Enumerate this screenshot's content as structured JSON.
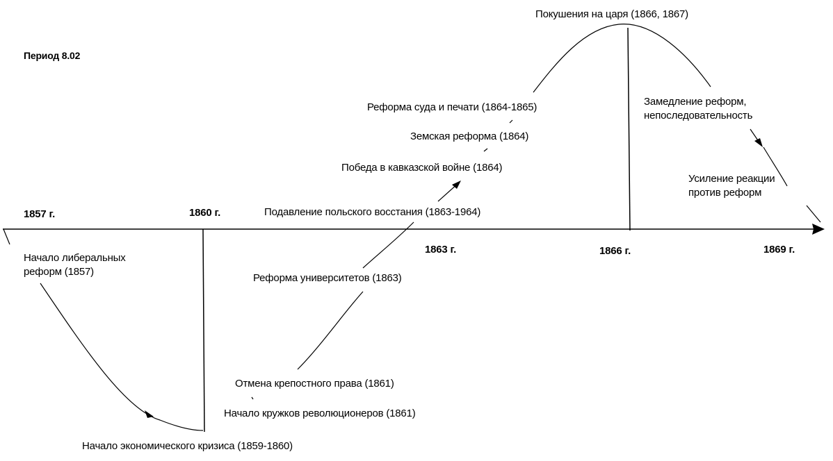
{
  "title": "Период 8.02",
  "years": {
    "y1857": "1857 г.",
    "y1860": "1860 г.",
    "y1863": "1863 г.",
    "y1866": "1866 г.",
    "y1869": "1869 г."
  },
  "events": {
    "liberal_reforms": [
      "Начало либеральных",
      "реформ  (1857)"
    ],
    "economic_crisis": "Начало экономического кризиса  (1859-1860)",
    "serfdom_abolition": "Отмена крепостного права (1861)",
    "revolutionary_circles": "Начало кружков революционеров (1861)",
    "university_reform": "Реформа университетов (1863)",
    "polish_uprising": "Подавление польского восстания (1863-1964)",
    "caucasus_victory": "Победа в кавказской войне (1864)",
    "zemstvo_reform": "Земская реформа (1864)",
    "court_press_reform": "Реформа суда и печати (1864-1865)",
    "tsar_attempts": "Покушения на царя (1866, 1867)",
    "reform_slowdown": [
      "Замедление реформ,",
      "непоследовательность"
    ],
    "reaction_increase": [
      "Усиление реакции",
      "против реформ"
    ]
  }
}
